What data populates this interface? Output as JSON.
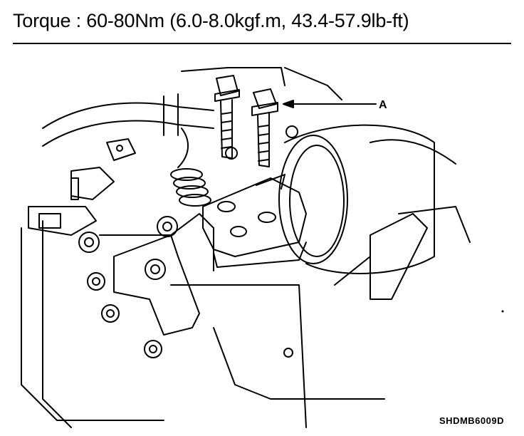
{
  "header": {
    "torque_spec": "Torque : 60-80Nm (6.0-8.0kgf.m, 43.4-57.9lb-ft)"
  },
  "callouts": {
    "a_label": "A"
  },
  "footer": {
    "figure_code": "SHDMB6009D"
  }
}
